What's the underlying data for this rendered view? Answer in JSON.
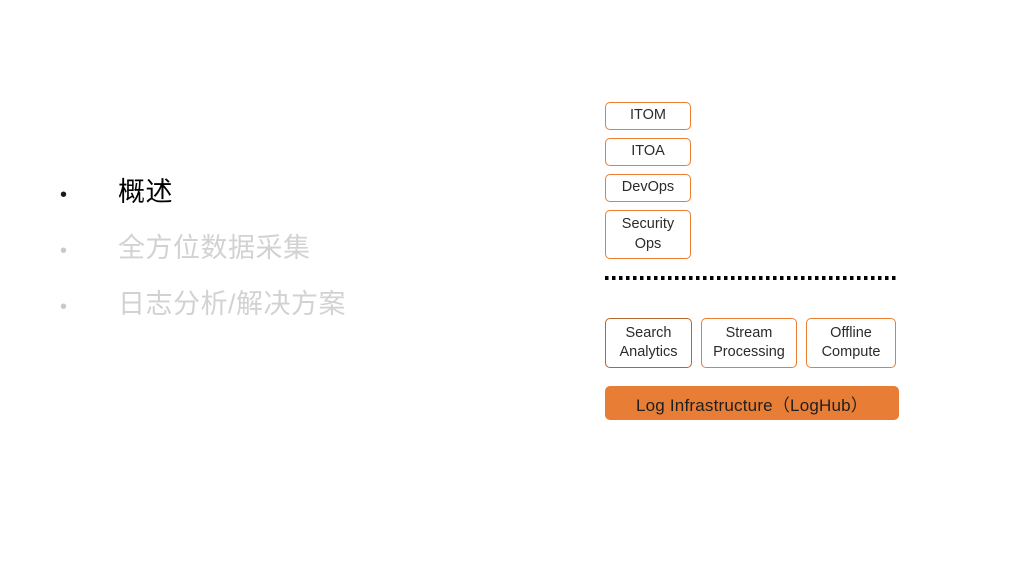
{
  "slide": {
    "background_color": "#FFFFFF",
    "accent_color": "#ED7D31",
    "foundation_fill": "#E87D35",
    "dim_text_color": "#D2D2D2"
  },
  "agenda": {
    "items": [
      {
        "bullet": "•",
        "label": "概述",
        "state": "active"
      },
      {
        "bullet": "•",
        "label": "全方位数据采集",
        "state": "dim"
      },
      {
        "bullet": "•",
        "label": "日志分析/解决方案",
        "state": "dim"
      }
    ]
  },
  "diagram": {
    "scenario_boxes": [
      {
        "label": "ITOM"
      },
      {
        "label": "ITOA"
      },
      {
        "label": "DevOps"
      },
      {
        "label": "Security\nOps"
      }
    ],
    "divider": "dotted-separator",
    "service_boxes": [
      {
        "label": "Search\nAnalytics"
      },
      {
        "label": "Stream\nProcessing"
      },
      {
        "label": "Offline\nCompute"
      }
    ],
    "foundation": {
      "label": "Log Infrastructure（LogHub）"
    }
  }
}
